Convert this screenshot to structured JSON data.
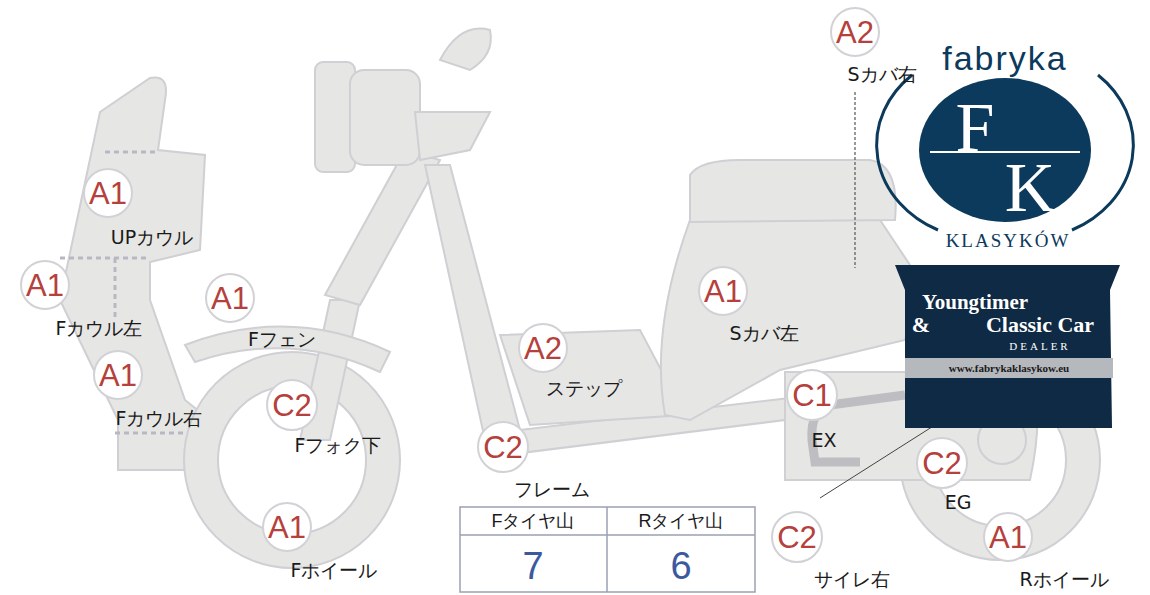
{
  "diagram": {
    "nodes": [
      {
        "text": [
          "A2",
          "Sカバ右"
        ]
      },
      {
        "text": [
          "A1",
          "UPカウル"
        ]
      },
      {
        "text": [
          "A1",
          "Fカウル左"
        ]
      },
      {
        "text": [
          "A1",
          "Fフェン"
        ]
      },
      {
        "text": [
          "A1",
          "Sカバ左"
        ]
      },
      {
        "text": [
          "A2",
          "ステップ"
        ]
      },
      {
        "text": [
          "A1",
          "Fカウル右"
        ]
      },
      {
        "text": [
          "C2",
          "Fフォク下"
        ]
      },
      {
        "text": [
          "C1",
          "EX"
        ]
      },
      {
        "text": [
          "C2",
          "フレーム"
        ]
      },
      {
        "text": [
          "C2",
          "EG"
        ]
      },
      {
        "text": [
          "C2",
          "サイレ右"
        ]
      },
      {
        "text": [
          "A1",
          "Fホイール"
        ]
      },
      {
        "text": [
          "A1",
          "Rホイール"
        ]
      }
    ],
    "labels": [
      "Fタイヤ山",
      "Rタイヤ山",
      "7",
      "6",
      "fabryka",
      "F",
      "K",
      "KLASYKÓW",
      "Youngtimer",
      "&",
      "Classic Car",
      "DEALER",
      "www.fabrykaklasykow.eu"
    ]
  }
}
